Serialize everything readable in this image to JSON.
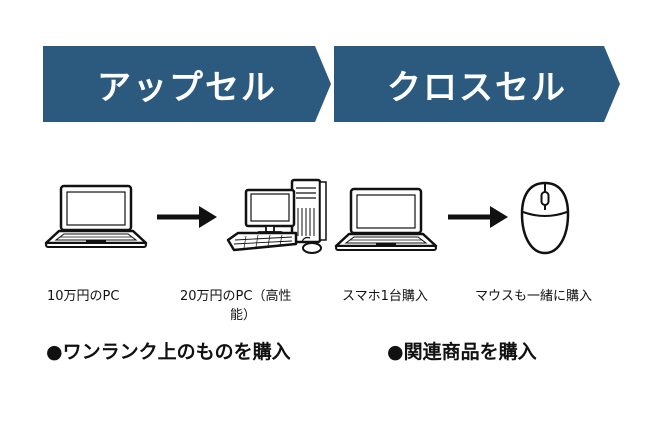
{
  "banners": {
    "upsell": "アップセル",
    "crosssell": "クロスセル"
  },
  "items": {
    "laptop_1": "10万円のPC",
    "desktop": "20万円のPC（高性",
    "desktop_cont": "能）",
    "laptop_2": "スマホ1台購入",
    "mouse": "マウスも一緒に購入"
  },
  "summary": {
    "upsell": "●ワンランク上のものを購入",
    "crosssell": "●関連商品を購入"
  },
  "icons": [
    "laptop-icon",
    "arrow-right-icon",
    "desktop-pc-icon",
    "laptop-icon",
    "arrow-right-icon",
    "mouse-icon"
  ],
  "colors": {
    "banner": "#2c5a7f",
    "banner_text": "#ffffff",
    "ink": "#111111"
  }
}
